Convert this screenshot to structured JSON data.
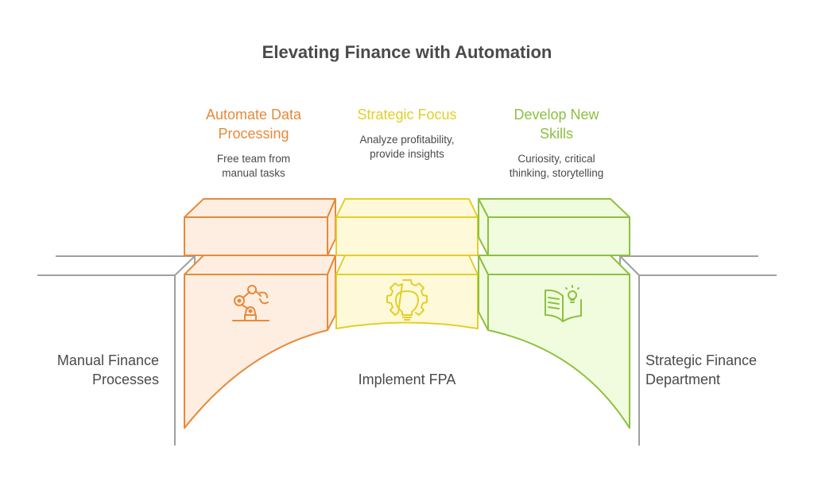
{
  "title": "Elevating Finance with Automation",
  "left_label": [
    "Manual Finance",
    "Processes"
  ],
  "right_label": [
    "Strategic Finance",
    "Department"
  ],
  "center_label": "Implement FPA",
  "steps": [
    {
      "title": [
        "Automate Data",
        "Processing"
      ],
      "description": [
        "Free team from",
        "manual tasks"
      ],
      "icon": "robot-arm-icon",
      "stroke": "#e8893a",
      "fill": "#fdeee1"
    },
    {
      "title": [
        "Strategic Focus"
      ],
      "description": [
        "Analyze profitability,",
        "provide insights"
      ],
      "icon": "lightbulb-gear-icon",
      "stroke": "#e3cf27",
      "fill": "#fef9d9"
    },
    {
      "title": [
        "Develop New",
        "Skills"
      ],
      "description": [
        "Curiosity, critical",
        "thinking, storytelling"
      ],
      "icon": "book-lightbulb-icon",
      "stroke": "#8dc03f",
      "fill": "#f1fcde"
    }
  ],
  "colors": {
    "text": "#4a4a4a",
    "line": "#a0a0a0"
  }
}
